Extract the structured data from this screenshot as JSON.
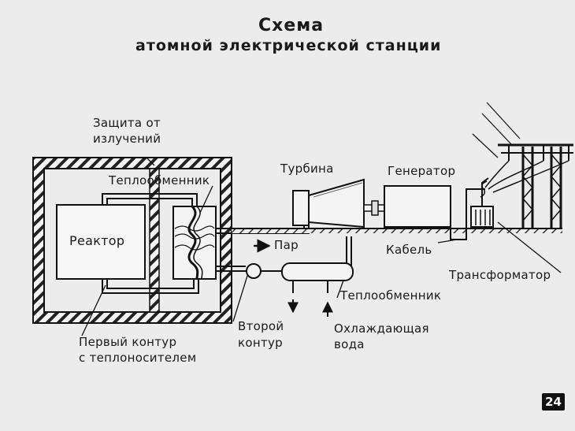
{
  "title": {
    "line1": "Схема",
    "line2": "атомной электрической станции"
  },
  "labels": {
    "protection_line1": "Защита от",
    "protection_line2": "излучений",
    "heat_exchanger_top": "Теплообменник",
    "reactor": "Реактор",
    "turbine": "Турбина",
    "generator": "Генератор",
    "steam": "Пар",
    "cable": "Кабель",
    "transformer": "Трансформатор",
    "heat_exchanger_bottom": "Теплообменник",
    "second_circuit_line1": "Второй",
    "second_circuit_line2": "контур",
    "cooling_water_line1": "Охлаждающая",
    "cooling_water_line2": "вода",
    "first_circuit_line1": "Первый контур",
    "first_circuit_line2": "с теплоносителем"
  },
  "page_number": "24"
}
